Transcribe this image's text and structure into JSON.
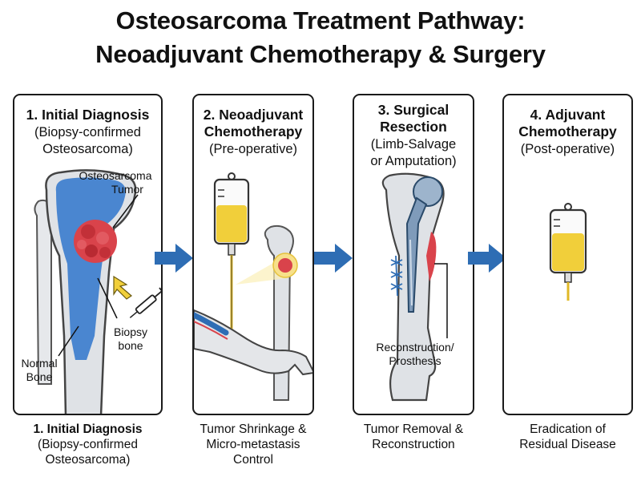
{
  "title": {
    "line1": "Osteosarcoma Treatment Pathway:",
    "line2": "Neoadjuvant Chemotherapy & Surgery"
  },
  "panels": [
    {
      "title_lines": [
        "1. Initial Diagnosis"
      ],
      "subtitle_lines": [
        "(Biopsy-confirmed",
        "Osteosarcoma)"
      ],
      "labels": {
        "tumor": [
          "Osteosarcoma",
          "Tumor"
        ],
        "biopsy": [
          "Biopsy",
          "bone"
        ],
        "normal": [
          "Normal",
          "Bone"
        ]
      }
    },
    {
      "title_lines": [
        "2. Neoadjuvant",
        "Chemotherapy"
      ],
      "subtitle_lines": [
        "(Pre-operative)"
      ]
    },
    {
      "title_lines": [
        "3. Surgical",
        "Resection"
      ],
      "subtitle_lines": [
        "(Limb-Salvage",
        "or Amputation)"
      ],
      "labels": {
        "prosthesis": [
          "Reconstruction/",
          "Prosthesis"
        ]
      }
    },
    {
      "title_lines": [
        "4. Adjuvant",
        "Chemotherapy"
      ],
      "subtitle_lines": [
        "(Post-operative)"
      ]
    }
  ],
  "captions": [
    {
      "bold": "1. Initial Diagnosis",
      "lines": [
        "(Biopsy-confirmed",
        "Osteosarcoma)"
      ]
    },
    {
      "bold": "",
      "lines": [
        "Tumor Shrinkage &",
        "Micro-metastasis",
        "Control"
      ]
    },
    {
      "bold": "",
      "lines": [
        "Tumor Removal &",
        "Reconstruction"
      ]
    },
    {
      "bold": "",
      "lines": [
        "Eradication of",
        "Residual Disease"
      ]
    }
  ],
  "colors": {
    "arrow": "#2e6db4",
    "marrow": "#4a86d0",
    "bone": "#dfe2e6",
    "tumor": "#d9434b",
    "chemo": "#f1cf3a",
    "border": "#1a1a1a"
  },
  "icons": [
    "flow-arrow-icon",
    "iv-bag-icon",
    "syringe-icon",
    "prosthesis-icon",
    "bone-icon",
    "arm-icon"
  ]
}
